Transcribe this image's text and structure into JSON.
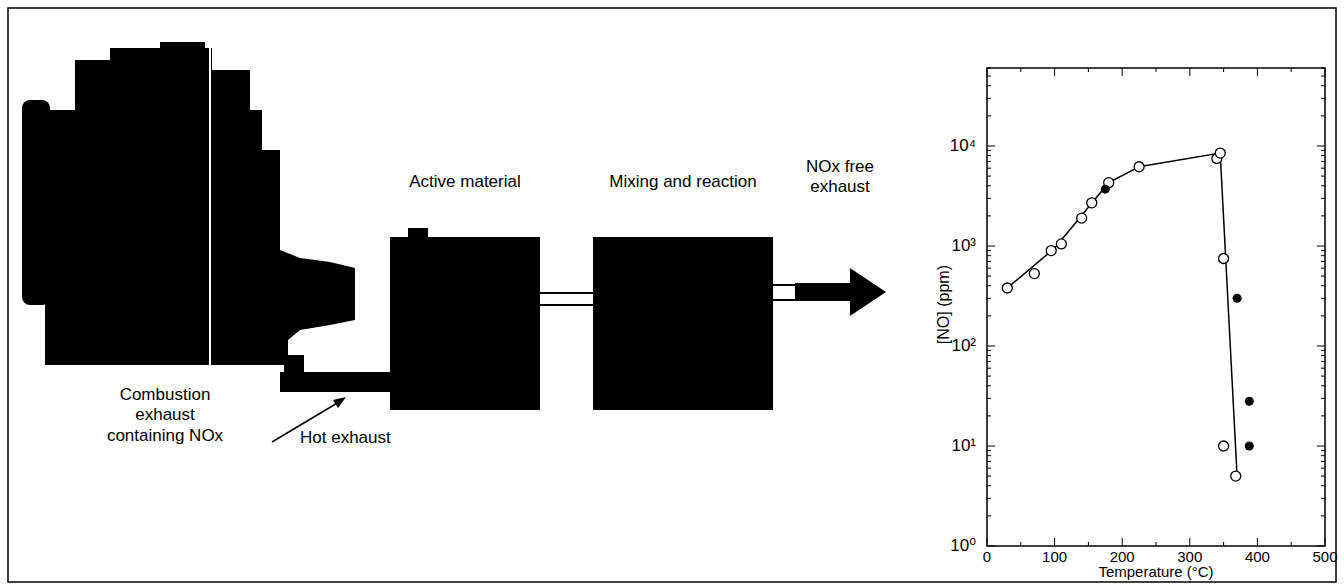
{
  "diagram": {
    "nodes": [
      {
        "text": [
          "Combustion exhaust containing NOx"
        ]
      },
      {
        "text": [
          "Active material"
        ]
      },
      {
        "text": [
          "Mixing and reaction"
        ]
      }
    ],
    "edges": [
      {
        "from": 0,
        "to": 1,
        "arrow": "none"
      },
      {
        "from": 1,
        "to": 2,
        "arrow": "none"
      }
    ],
    "labels": [
      "Hot exhaust",
      "NOx free exhaust",
      "10⁴",
      "10³",
      "10²",
      "10¹",
      "10⁰",
      "[NO] (ppm)",
      "0",
      "100",
      "200",
      "300",
      "400",
      "500",
      "Temperature (°C)"
    ]
  }
}
